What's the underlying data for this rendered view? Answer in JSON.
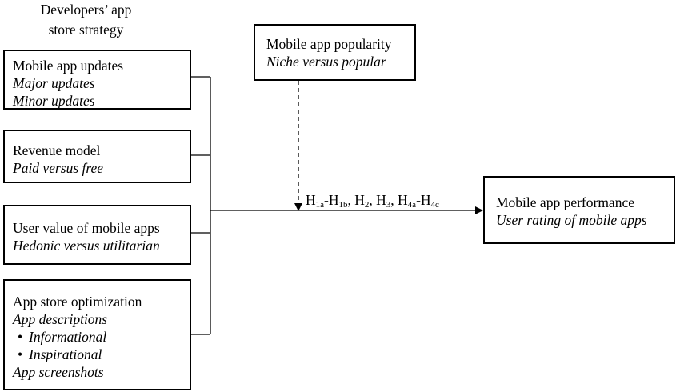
{
  "heading": {
    "line1": "Developers’ app",
    "line2": "store strategy"
  },
  "strategy_boxes": [
    {
      "title": "Mobile app updates",
      "items": [
        "Major updates",
        "Minor updates"
      ]
    },
    {
      "title": "Revenue model",
      "items": [
        "Paid versus free"
      ]
    },
    {
      "title": "User value of mobile apps",
      "items": [
        "Hedonic versus utilitarian"
      ]
    },
    {
      "title": "App store optimization",
      "items": [
        "App descriptions",
        "Informational",
        "Inspirational",
        "App screenshots"
      ]
    }
  ],
  "moderator": {
    "title": "Mobile app popularity",
    "subtitle": "Niche versus popular"
  },
  "outcome": {
    "title": "Mobile app performance",
    "subtitle": "User rating of mobile apps"
  },
  "hypotheses": {
    "h1a_base": "H",
    "h1a_sub": "1a",
    "dash1": "-",
    "h1b_base": "H",
    "h1b_sub": "1b",
    "sep1": ", ",
    "h2_base": "H",
    "h2_sub": "2",
    "sep2": ", ",
    "h3_base": "H",
    "h3_sub": "3",
    "sep3": ", ",
    "h4a_base": "H",
    "h4a_sub": "4a",
    "dash2": "-",
    "h4c_base": "H",
    "h4c_sub": "4c"
  }
}
